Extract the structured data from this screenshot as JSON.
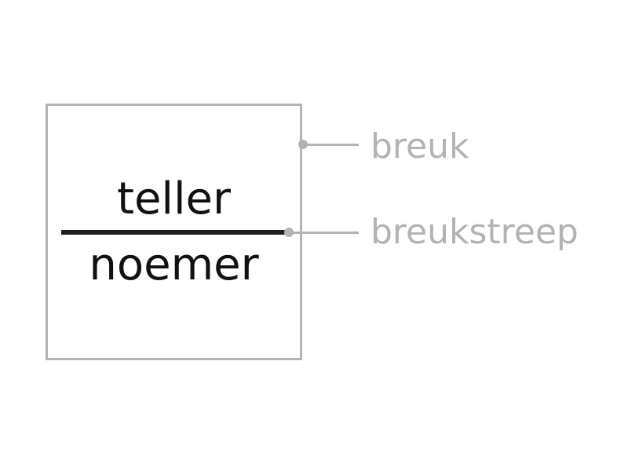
{
  "diagram": {
    "numerator": "teller",
    "denominator": "noemer",
    "labels": {
      "fraction": "breuk",
      "fraction_bar": "breukstreep"
    },
    "colors": {
      "text": "#111111",
      "fraction_bar": "#231f20",
      "annotation": "#b3b3b3"
    }
  }
}
